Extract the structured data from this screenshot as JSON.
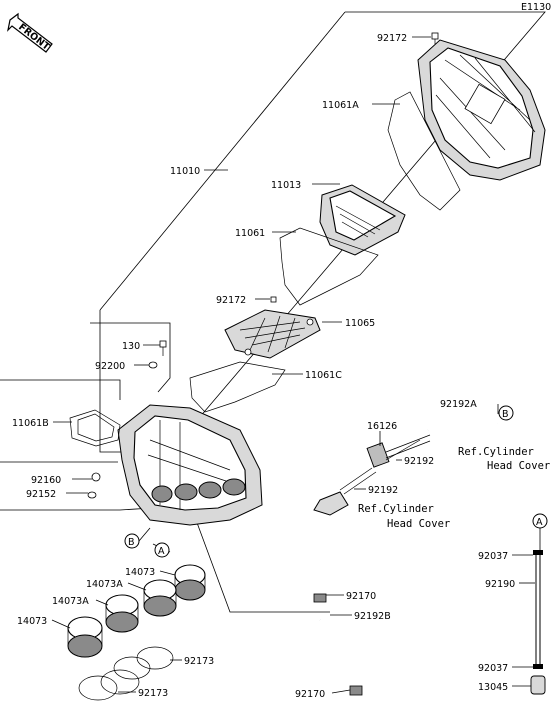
{
  "diagram_code": "E1130",
  "front_label": "FRONT",
  "labels": {
    "p92172_top": "92172",
    "p11061A": "11061A",
    "p11010": "11010",
    "p11013": "11013",
    "p11061": "11061",
    "p92172_mid": "92172",
    "p11065": "11065",
    "p130": "130",
    "p92200": "92200",
    "p11061C": "11061C",
    "p11061B": "11061B",
    "p92160": "92160",
    "p92152": "92152",
    "p92192A": "92192A",
    "p16126": "16126",
    "p92192_a": "92192",
    "p92192_b": "92192",
    "p14073_top": "14073",
    "p14073A_1": "14073A",
    "p14073A_2": "14073A",
    "p14073_bot": "14073",
    "p92173_a": "92173",
    "p92173_b": "92173",
    "p92170_a": "92170",
    "p92192B": "92192B",
    "p92170_b": "92170",
    "p92037_a": "92037",
    "p92190": "92190",
    "p92037_b": "92037",
    "p13045": "13045"
  },
  "refs": {
    "ref1_line1": "Ref.Cylinder",
    "ref1_line2": "Head Cover",
    "ref2_line1": "Ref.Cylinder",
    "ref2_line2": "Head Cover"
  },
  "callouts": {
    "A1": "A",
    "A2": "A",
    "B1": "B",
    "B2": "B"
  }
}
